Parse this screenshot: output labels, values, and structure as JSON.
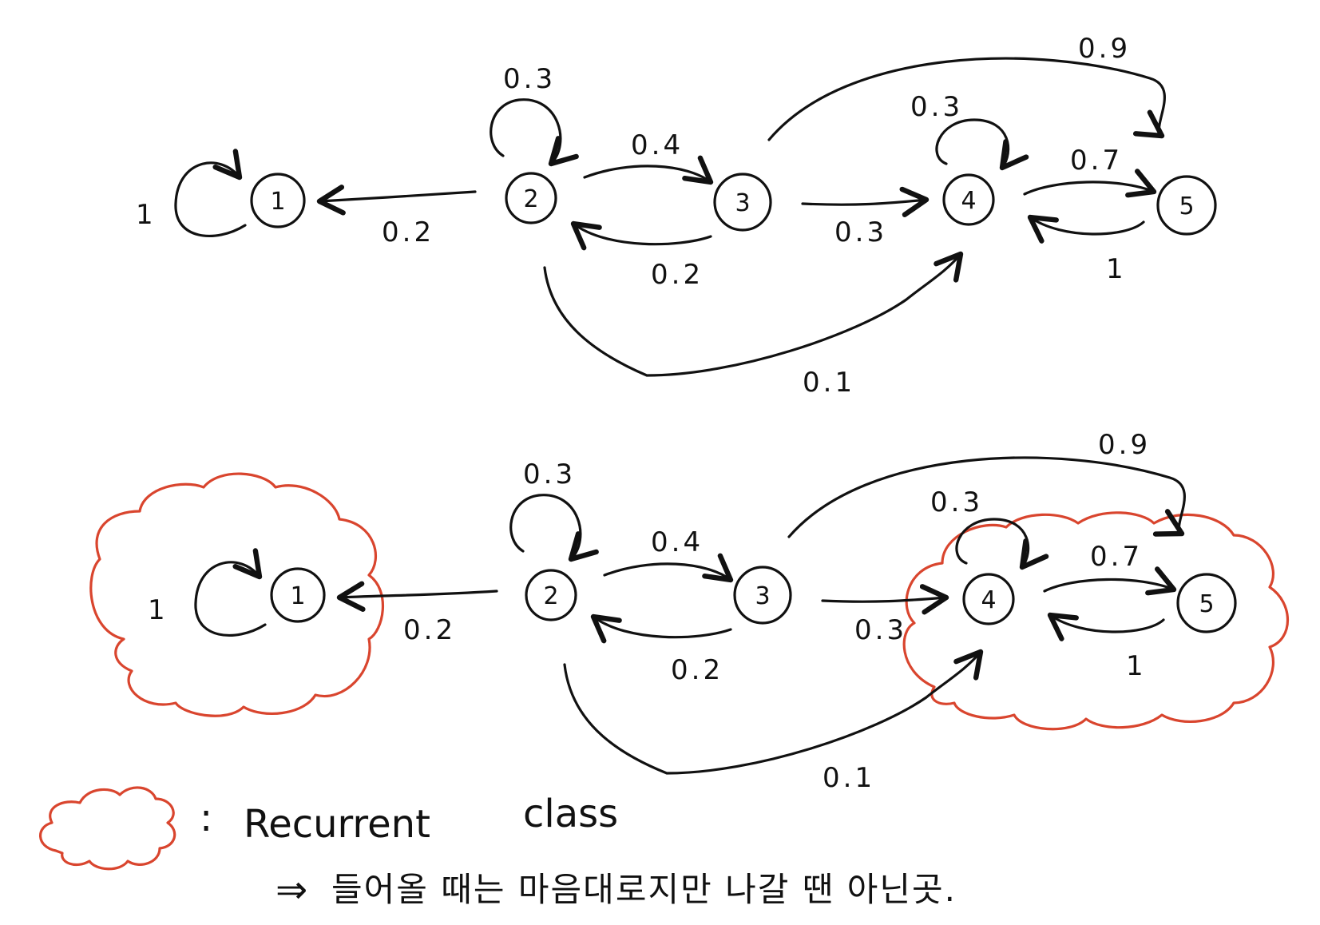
{
  "diagram": {
    "top": {
      "nodes": [
        {
          "id": "1",
          "label": "1"
        },
        {
          "id": "2",
          "label": "2"
        },
        {
          "id": "3",
          "label": "3"
        },
        {
          "id": "4",
          "label": "4"
        },
        {
          "id": "5",
          "label": "5"
        }
      ],
      "edges": [
        {
          "from": "1",
          "to": "1",
          "label": "1"
        },
        {
          "from": "2",
          "to": "2",
          "label": "0.3"
        },
        {
          "from": "2",
          "to": "1",
          "label": "0.2"
        },
        {
          "from": "2",
          "to": "3",
          "label": "0.4"
        },
        {
          "from": "3",
          "to": "2",
          "label": "0.2"
        },
        {
          "from": "3",
          "to": "4",
          "label": "0.3"
        },
        {
          "from": "3",
          "to": "5",
          "label": "0.9"
        },
        {
          "from": "2",
          "to": "4",
          "label": "0.1"
        },
        {
          "from": "4",
          "to": "4",
          "label": "0.3"
        },
        {
          "from": "4",
          "to": "5",
          "label": "0.7"
        },
        {
          "from": "5",
          "to": "4",
          "label": "1"
        }
      ]
    },
    "bottom": {
      "nodes": [
        {
          "id": "1",
          "label": "1"
        },
        {
          "id": "2",
          "label": "2"
        },
        {
          "id": "3",
          "label": "3"
        },
        {
          "id": "4",
          "label": "4"
        },
        {
          "id": "5",
          "label": "5"
        }
      ],
      "edges": [
        {
          "from": "1",
          "to": "1",
          "label": "1"
        },
        {
          "from": "2",
          "to": "2",
          "label": "0.3"
        },
        {
          "from": "2",
          "to": "1",
          "label": "0.2"
        },
        {
          "from": "2",
          "to": "3",
          "label": "0.4"
        },
        {
          "from": "3",
          "to": "2",
          "label": "0.2"
        },
        {
          "from": "3",
          "to": "4",
          "label": "0.3"
        },
        {
          "from": "3",
          "to": "5",
          "label": "0.9"
        },
        {
          "from": "2",
          "to": "4",
          "label": "0.1"
        },
        {
          "from": "4",
          "to": "4",
          "label": "0.3"
        },
        {
          "from": "4",
          "to": "5",
          "label": "0.7"
        },
        {
          "from": "5",
          "to": "4",
          "label": "1"
        }
      ],
      "highlighted_classes": [
        [
          "1"
        ],
        [
          "4",
          "5"
        ]
      ]
    }
  },
  "legend": {
    "colon": ":",
    "label": "Recurrent",
    "label2": "class",
    "note_arrow": "⇒",
    "note": "들어올 때는 마음대로지만 나갈 땐 아닌곳."
  },
  "colors": {
    "ink": "#111111",
    "cloud": "#d9452e"
  }
}
